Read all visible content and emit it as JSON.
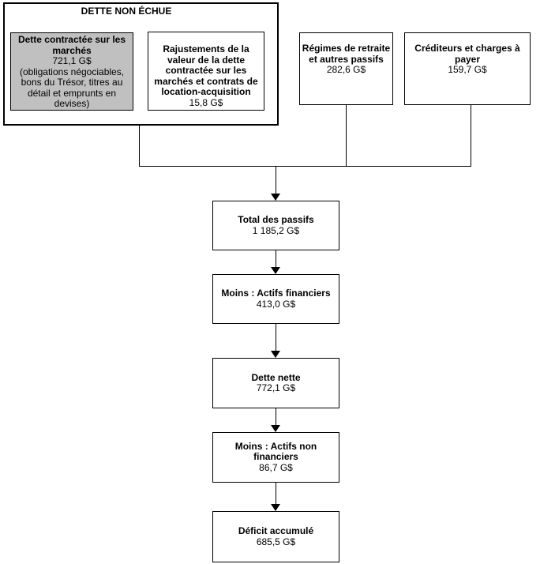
{
  "diagram": {
    "group": {
      "title": "DETTE NON ÉCHUE"
    },
    "nodes": {
      "market_debt": {
        "title_lines": [
          "Dette contractée sur les",
          "marchés"
        ],
        "value": "721,1 G$",
        "note_lines": [
          "(obligations négociables,",
          "bons du Trésor, titres au",
          "détail et emprunts en",
          "devises)"
        ],
        "fill": "#c0c0c0"
      },
      "adjustments": {
        "title_lines": [
          "Rajustements de la",
          "valeur de la dette",
          "contractée sur les",
          "marchés et contrats de",
          "location-acquisition"
        ],
        "value": "15,8 G$"
      },
      "pensions": {
        "title_lines": [
          "Régimes de retraite",
          "et autres passifs"
        ],
        "value": "282,6 G$"
      },
      "creditors": {
        "title_lines": [
          "Créditeurs et charges à",
          "payer"
        ],
        "value": "159,7 G$"
      },
      "total_liabilities": {
        "title_lines": [
          "Total des passifs"
        ],
        "value": "1 185,2 G$"
      },
      "financial_assets": {
        "title_lines": [
          "Moins : Actifs financiers"
        ],
        "value": "413,0 G$"
      },
      "net_debt": {
        "title_lines": [
          "Dette nette"
        ],
        "value": "772,1 G$"
      },
      "non_financial_assets": {
        "title_lines": [
          "Moins : Actifs non",
          "financiers"
        ],
        "value": "86,7 G$"
      },
      "accumulated_deficit": {
        "title_lines": [
          "Déficit accumulé"
        ],
        "value": "685,5 G$"
      }
    }
  }
}
